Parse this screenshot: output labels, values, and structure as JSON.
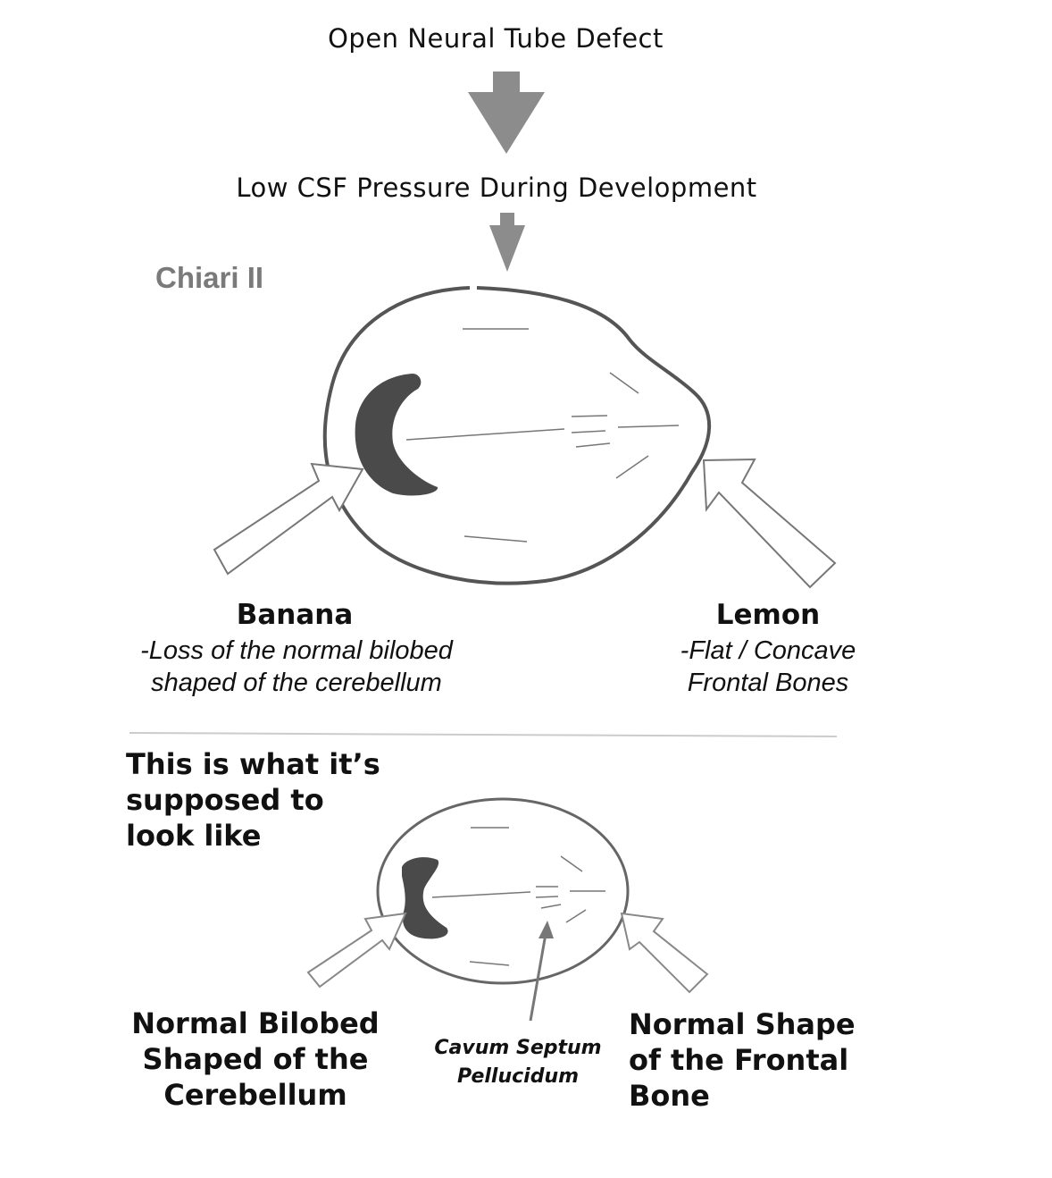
{
  "flow": {
    "step1": "Open Neural Tube Defect",
    "step2": "Low CSF Pressure During Development"
  },
  "chiari_label": "Chiari II",
  "banana": {
    "title": "Banana",
    "line1": "-Loss of the normal bilobed",
    "line2": "shaped of the cerebellum"
  },
  "lemon": {
    "title": "Lemon",
    "line1": "-Flat / Concave",
    "line2": "Frontal Bones"
  },
  "normal": {
    "heading_line1": "This is what it’s",
    "heading_line2": "supposed to",
    "heading_line3": "look like",
    "cerebellum_line1": "Normal Bilobed",
    "cerebellum_line2": "Shaped of the",
    "cerebellum_line3": "Cerebellum",
    "csp_line1": "Cavum Septum",
    "csp_line2": "Pellucidum",
    "frontal_line1": "Normal Shape",
    "frontal_line2": "of the Frontal",
    "frontal_line3": "Bone"
  },
  "colors": {
    "arrow_fill": "#8c8c8c",
    "outline": "#555555",
    "cerebellum": "#4a4a4a",
    "divider": "#cccccc"
  }
}
